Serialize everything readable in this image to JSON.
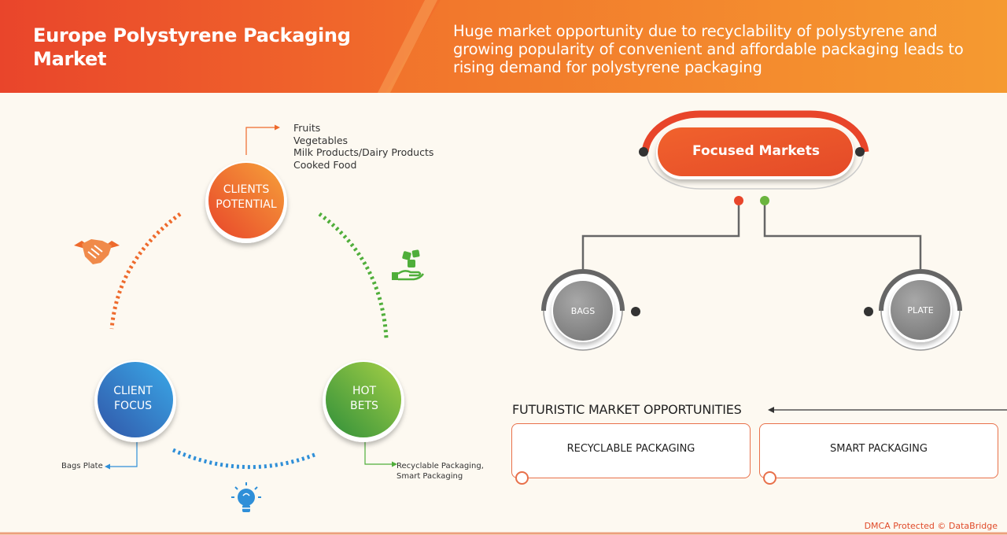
{
  "header": {
    "title": "Europe Polystyrene Packaging Market",
    "tagline": "Huge market opportunity due to recyclability of polystyrene and growing popularity of convenient and affordable packaging leads to rising demand for polystyrene packaging"
  },
  "cycle": {
    "clients_potential": {
      "label_line1": "CLIENTS",
      "label_line2": "POTENTIAL",
      "items": [
        "Fruits",
        "Vegetables",
        "Milk Products/Dairy Products",
        "Cooked Food"
      ]
    },
    "client_focus": {
      "label_line1": "CLIENT",
      "label_line2": "FOCUS",
      "note": "Bags Plate"
    },
    "hot_bets": {
      "label_line1": "HOT",
      "label_line2": "BETS",
      "note_line1": "Recyclable Packaging,",
      "note_line2": "Smart Packaging"
    }
  },
  "focused_markets": {
    "title": "Focused Markets",
    "left": "BAGS",
    "right": "PLATE"
  },
  "futuristic": {
    "title": "FUTURISTIC MARKET OPPORTUNITIES",
    "boxes": [
      "RECYCLABLE PACKAGING",
      "SMART PACKAGING"
    ]
  },
  "footer": "DMCA Protected © DataBridge",
  "colors": {
    "orange": "#ee6a2c",
    "red": "#e8452a",
    "green": "#4fae3a",
    "blue": "#2f8fd8",
    "gray": "#8c8c8c"
  },
  "icons": [
    "handshake-icon",
    "money-hand-icon",
    "lightbulb-icon"
  ]
}
